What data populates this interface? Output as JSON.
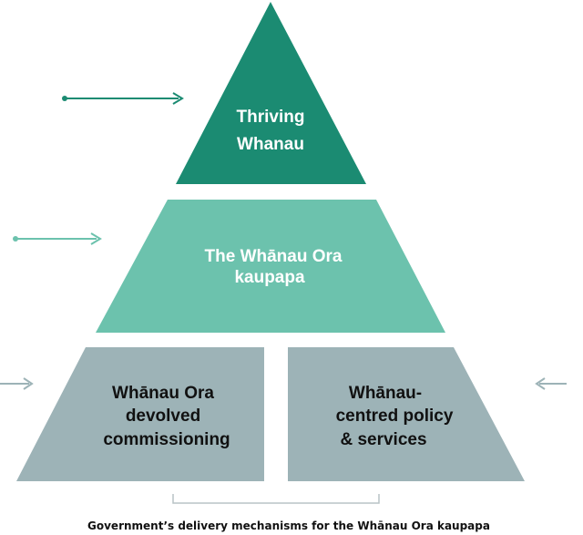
{
  "pyramid": {
    "top": {
      "lines": [
        "Thriving",
        "Whanau"
      ],
      "color": "#1b8b72",
      "text_color": "#ffffff"
    },
    "middle": {
      "lines": [
        "The Whānau Ora",
        "kaupapa"
      ],
      "color": "#6cc2ad",
      "text_color": "#ffffff"
    },
    "bottom_left": {
      "lines": [
        "Whānau Ora",
        "devolved",
        "commissioning"
      ],
      "color": "#9db3b7",
      "text_color": "#111111"
    },
    "bottom_right": {
      "lines": [
        "Whānau-",
        "centred policy",
        "& services"
      ],
      "color": "#9db3b7",
      "text_color": "#111111"
    }
  },
  "arrows": {
    "top": {
      "color": "#1b8b72"
    },
    "middle": {
      "color": "#6cc2ad"
    },
    "bottom": {
      "color": "#9db3b7"
    }
  },
  "caption": "Government’s delivery mechanisms for the Whānau Ora kaupapa"
}
